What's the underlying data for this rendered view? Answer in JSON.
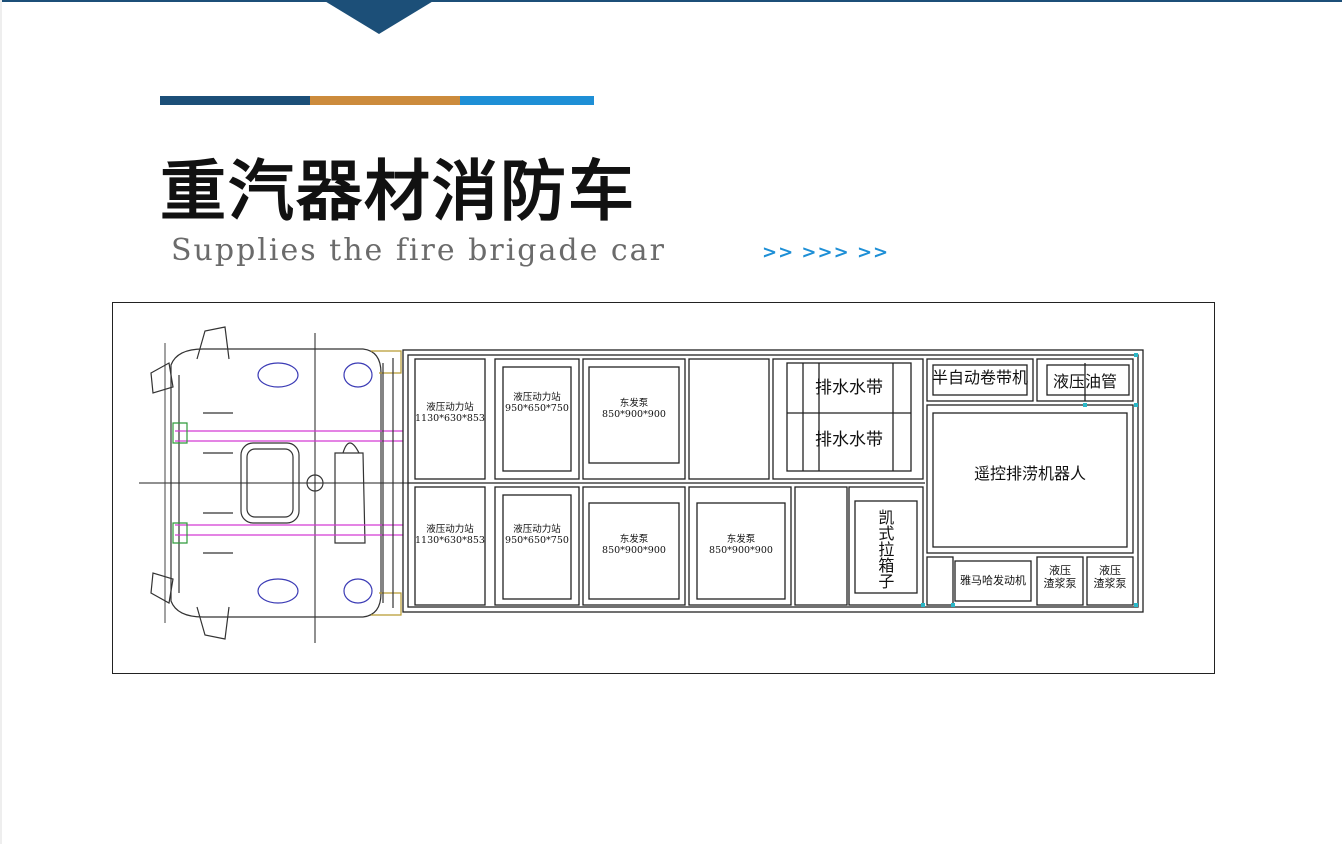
{
  "header": {
    "title": "重汽器材消防车",
    "subtitle": "Supplies the fire brigade car",
    "arrows": ">> >>> >>"
  },
  "colors": {
    "dark_blue": "#1c4f78",
    "orange": "#cc8b3c",
    "light_blue": "#1e8fd6"
  },
  "diagram": {
    "labels": {
      "hyd_station_1": "液压动力站",
      "hyd_station_1_dim": "1130*630*853",
      "hyd_station_2": "液压动力站",
      "hyd_station_2_dim": "950*650*750",
      "pump_1": "东发泵",
      "pump_1_dim": "850*900*900",
      "drain_hose_1": "排水水带",
      "drain_hose_2": "排水水带",
      "reel": "半自动卷带机",
      "oil_pipe": "液压油管",
      "robot": "遥控排涝机器人",
      "hyd_station_3": "液压动力站",
      "hyd_station_3_dim": "1130*630*853",
      "hyd_station_4": "液压动力站",
      "hyd_station_4_dim": "950*650*750",
      "pump_2": "东发泵",
      "pump_2_dim": "850*900*900",
      "pump_3": "东发泵",
      "pump_3_dim": "850*900*900",
      "kaishi_box": "凯式拉箱子",
      "yamaha": "雅马哈发动机",
      "slurry_1_a": "液压",
      "slurry_1_b": "渣浆泵",
      "slurry_2_a": "液压",
      "slurry_2_b": "渣浆泵"
    }
  }
}
